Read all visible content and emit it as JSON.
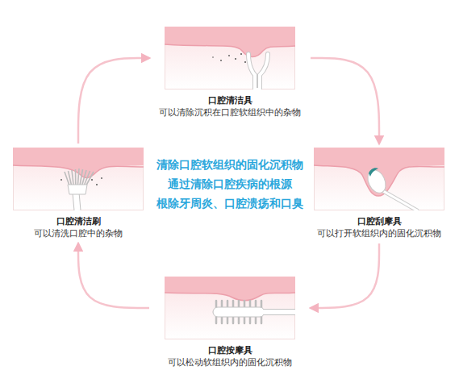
{
  "diagram": {
    "nodes": [
      {
        "text": [
          "口腔清洁具",
          "可以清除沉积在口腔软组织中的杂物"
        ]
      },
      {
        "text": [
          "口腔刮摩具",
          "可以打开软组织内的固化沉积物"
        ]
      },
      {
        "text": [
          "口腔按摩具",
          "可以松动软组织内的固化沉积物"
        ]
      },
      {
        "text": [
          "口腔清洁刷",
          "可以清洗口腔中的杂物"
        ]
      }
    ],
    "edges": [
      {
        "from": 0,
        "to": 1,
        "arrow": "to"
      },
      {
        "from": 1,
        "to": 2,
        "arrow": "to"
      },
      {
        "from": 2,
        "to": 3,
        "arrow": "to"
      },
      {
        "from": 3,
        "to": 0,
        "arrow": "to"
      }
    ],
    "labels": [
      "清除口腔软组织的固化沉积物",
      "通过清除口腔疾病的根源",
      "根除牙周炎、口腔溃疡和口臭"
    ]
  }
}
